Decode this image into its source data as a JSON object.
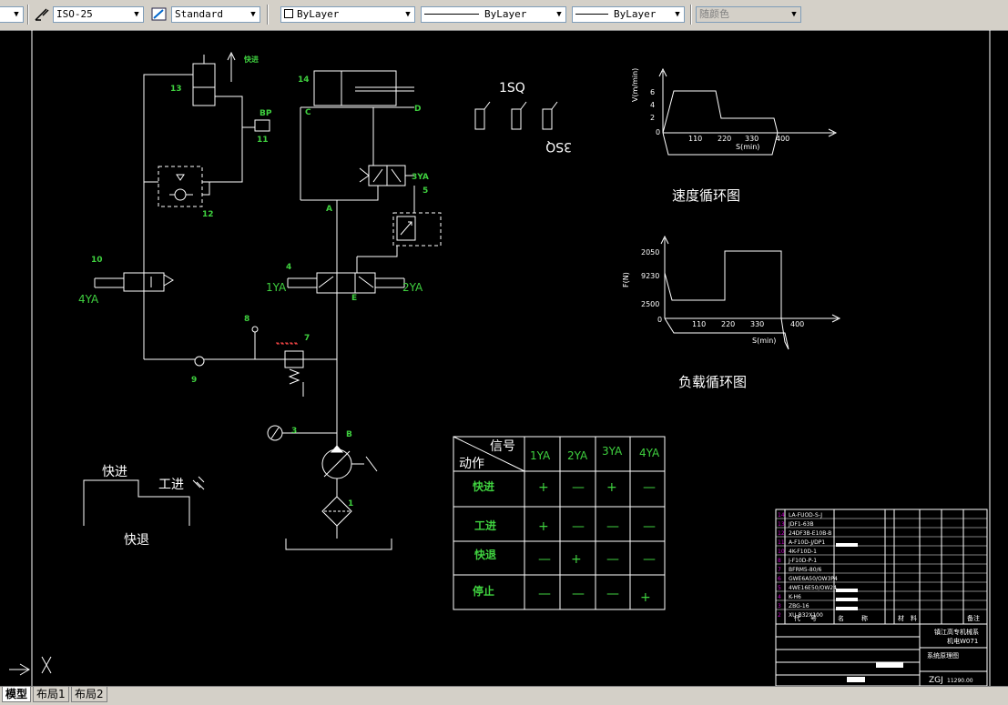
{
  "toolbar": {
    "dim_style": "ISO-25",
    "text_style": "Standard",
    "layer": "ByLayer",
    "linetype": "ByLayer",
    "lineweight": "ByLayer",
    "color": "随颜色"
  },
  "tabs": [
    {
      "label": "模型",
      "active": true
    },
    {
      "label": "布局1",
      "active": false
    },
    {
      "label": "布局2",
      "active": false
    }
  ],
  "drawing": {
    "labels": {
      "n13": "13",
      "n14": "14",
      "n11": "11",
      "n12": "12",
      "n10": "10",
      "n4": "4",
      "n5": "5",
      "n7": "7",
      "n8": "8",
      "n9": "9",
      "n3": "3",
      "n1": "1",
      "p_kuaijin": "快进",
      "pressure": "BP",
      "c": "C",
      "d": "D",
      "a": "A",
      "b": "B",
      "e": "E",
      "ya1": "1YA",
      "ya2": "2YA",
      "ya3": "3YA",
      "ya4": "4YA"
    },
    "sq1": "1SQ",
    "sq3": "3SQ",
    "cycle": {
      "fast_in": "快进",
      "work_in": "工进",
      "fast_back": "快退"
    },
    "speed_chart": {
      "title": "速度循环图",
      "ylabel": "V(m/min)",
      "xlabel": "S(min)",
      "yticks": [
        "6",
        "4",
        "2",
        "0"
      ],
      "xticks": [
        "110",
        "220",
        "330",
        "400"
      ]
    },
    "load_chart": {
      "title": "负载循环图",
      "ylabel": "F(N)",
      "xlabel": "S(min)",
      "yticks": [
        "2050",
        "9230",
        "2500",
        "0"
      ],
      "xticks": [
        "110",
        "220",
        "330",
        "400"
      ]
    },
    "table": {
      "header_signal": "信号",
      "header_action": "动作",
      "columns": [
        "1YA",
        "2YA",
        "3YA",
        "4YA"
      ],
      "rows": [
        {
          "action": "快进",
          "cells": [
            "+",
            "—",
            "+",
            "—"
          ]
        },
        {
          "action": "工进",
          "cells": [
            "+",
            "—",
            "—",
            "—"
          ]
        },
        {
          "action": "快退",
          "cells": [
            "—",
            "+",
            "—",
            "—"
          ]
        },
        {
          "action": "停止",
          "cells": [
            "—",
            "—",
            "—",
            "+"
          ]
        }
      ]
    },
    "title_block": {
      "parts": [
        {
          "no": "14",
          "code": "LA-FUOD-S-J"
        },
        {
          "no": "13",
          "code": "JDF1-63B"
        },
        {
          "no": "12",
          "code": "24DF3B-E10B-B"
        },
        {
          "no": "11",
          "code": "A-F10D-J/DP1"
        },
        {
          "no": "10",
          "code": "4K-F10D-1"
        },
        {
          "no": "8",
          "code": "J-F10D-P-1"
        },
        {
          "no": "7",
          "code": "BFRM5-80/6"
        },
        {
          "no": "6",
          "code": "GWE6A50/OW3P4"
        },
        {
          "no": "5",
          "code": "4WE16E50/OW24"
        },
        {
          "no": "4",
          "code": "K-H6"
        },
        {
          "no": "3",
          "code": "ZBG-16"
        },
        {
          "no": "2",
          "code": "XU-B32X100"
        }
      ],
      "header": [
        "代",
        "号",
        "名",
        "称",
        "材",
        "料",
        "备注"
      ],
      "school": "镇江高专机械系",
      "class": "机电W071",
      "drawing_name": "系统原理图",
      "drawing_no": "ZGJ",
      "scale_text": "11290.00"
    }
  }
}
